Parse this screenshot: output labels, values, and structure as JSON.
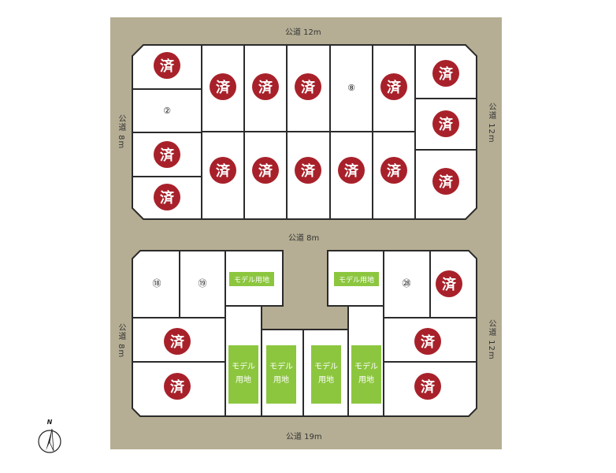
{
  "colors": {
    "road": "#b5ae94",
    "lot_fill": "#ffffff",
    "lot_border": "#2b2b2b",
    "sold_badge": "#a8212a",
    "model_tag": "#8cc63f"
  },
  "roads": {
    "top": "公道 12m",
    "middle": "公道 8m",
    "bottom": "公道 19m",
    "left_upper": "公道 8m",
    "left_lower": "公道 8m",
    "right_upper": "公道 12m",
    "right_lower": "公道 12m"
  },
  "sold_mark": "済",
  "model_label": "モデル用地",
  "model_label_stacked": [
    "モデル",
    "用地"
  ],
  "available_lots": [
    "②",
    "⑧",
    "⑱",
    "⑲",
    "㉘"
  ],
  "compass": {
    "label": "N",
    "icon": "north-arrow-icon"
  }
}
